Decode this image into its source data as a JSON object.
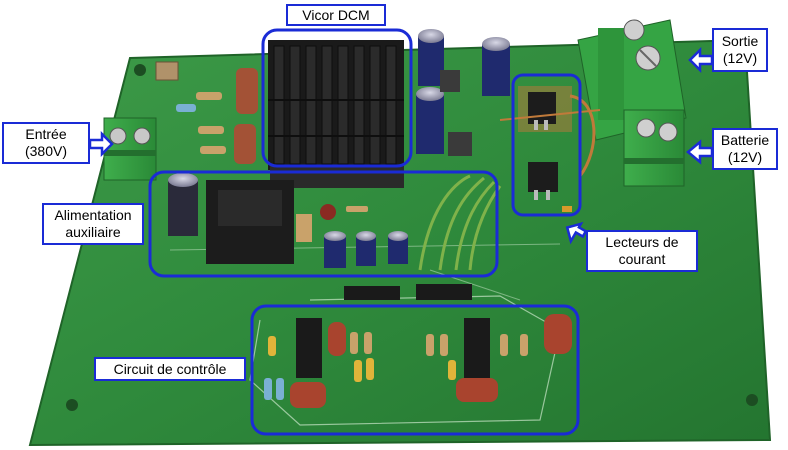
{
  "annotations": {
    "vicor": "Vicor DCM",
    "sortie": "Sortie\n(12V)",
    "entree": "Entrée\n(380V)",
    "batterie": "Batterie\n(12V)",
    "alimentation": "Alimentation\nauxiliaire",
    "lecteurs": "Lecteurs de\ncourant",
    "circuit": "Circuit de contrôle"
  },
  "colors": {
    "annotation_blue": "#1a2bd6",
    "pcb_green": "#2f8a3c",
    "background": "#ffffff"
  }
}
